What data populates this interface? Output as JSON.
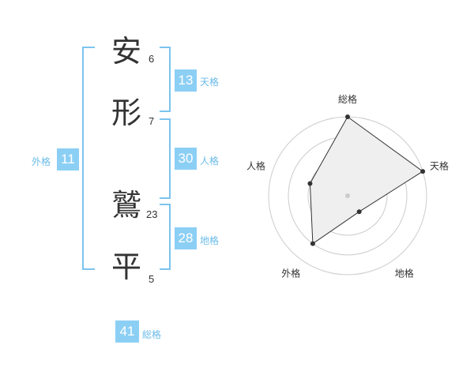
{
  "name_chars": [
    {
      "char": "安",
      "strokes": "6"
    },
    {
      "char": "形",
      "strokes": "7"
    },
    {
      "char": "鷲",
      "strokes": "23"
    },
    {
      "char": "平",
      "strokes": "5"
    }
  ],
  "kakusu": {
    "tenkaku": {
      "value": "13",
      "label": "天格"
    },
    "jinkaku": {
      "value": "30",
      "label": "人格"
    },
    "chikaku": {
      "value": "28",
      "label": "地格"
    },
    "gaikaku": {
      "value": "11",
      "label": "外格"
    },
    "soukaku": {
      "value": "41",
      "label": "総格"
    }
  },
  "chart_data": {
    "type": "radar",
    "axes": [
      "総格",
      "天格",
      "地格",
      "外格",
      "人格"
    ],
    "rings": 4,
    "values": [
      1.0,
      1.0,
      0.25,
      0.75,
      0.5
    ],
    "colors": {
      "fill": "#efefef",
      "line": "#333333",
      "grid": "#cccccc",
      "center": "#cccccc"
    }
  }
}
